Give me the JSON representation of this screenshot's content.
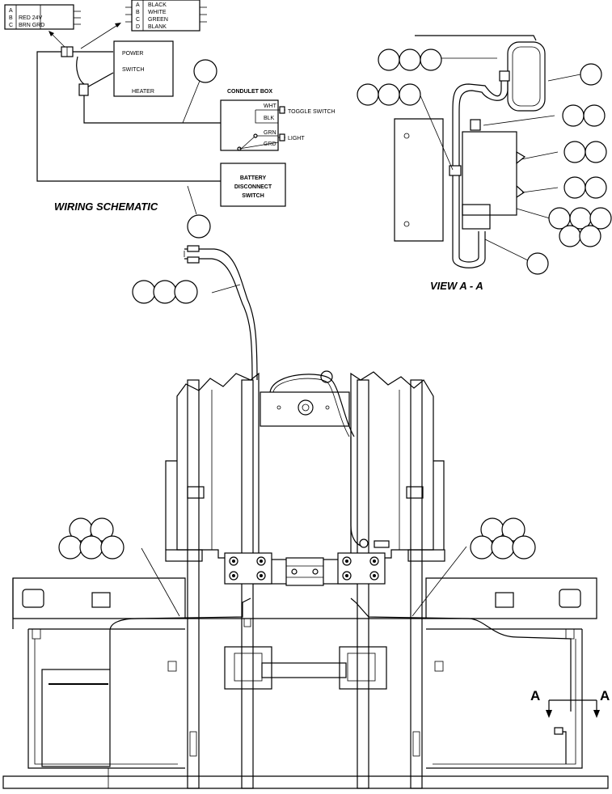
{
  "connector_left": {
    "pins": [
      "A",
      "B",
      "C"
    ],
    "wires": [
      "",
      "RED 24V",
      "BRN GRD"
    ]
  },
  "connector_top": {
    "pins": [
      "A",
      "B",
      "C",
      "D"
    ],
    "wires": [
      "BLACK",
      "WHITE",
      "GREEN",
      "BLANK"
    ]
  },
  "heater": {
    "power_label": "POWER",
    "switch_label": "SWITCH",
    "name": "HEATER"
  },
  "condulet": {
    "title": "CONDULET BOX",
    "wires": [
      "WHT",
      "BLK",
      "GRN",
      "GRD"
    ],
    "toggle_label": "TOGGLE SWITCH",
    "light_label": "LIGHT"
  },
  "battery_switch": {
    "line1": "BATTERY",
    "line2": "DISCONNECT",
    "line3": "SWITCH"
  },
  "captions": {
    "schematic": "WIRING SCHEMATIC",
    "view": "VIEW A - A",
    "section_left": "A",
    "section_right": "A"
  }
}
